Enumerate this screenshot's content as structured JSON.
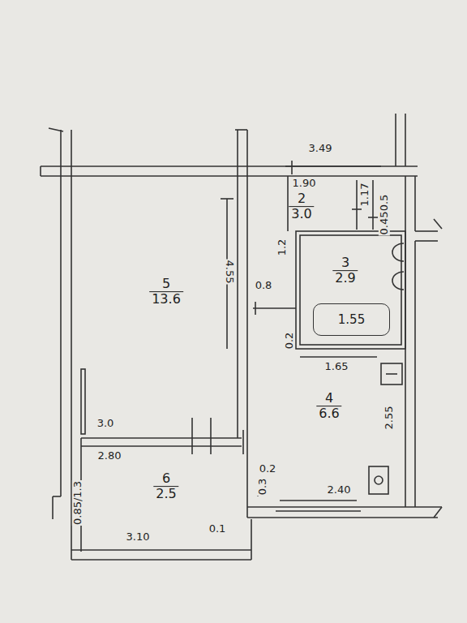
{
  "diagram": {
    "nodes": [
      {
        "text": [
          "5",
          "13.6"
        ]
      },
      {
        "text": [
          "2",
          "3.0"
        ]
      },
      {
        "text": [
          "3",
          "2.9"
        ]
      },
      {
        "text": [
          "1.55"
        ],
        "in": 2
      },
      {
        "text": [
          "4",
          "6.6"
        ]
      },
      {
        "text": [
          "6",
          "2.5"
        ]
      }
    ],
    "labels": [
      "3.49",
      "1.90",
      "1.17",
      "0.5",
      "0.45",
      "1.2",
      "4.55",
      "0.8",
      "0.2",
      "1.65",
      "2.55",
      "3.0",
      "2.80",
      "0.2",
      "0.3",
      "2.40",
      "0.85/1.3",
      "3.10",
      "0.1"
    ]
  }
}
